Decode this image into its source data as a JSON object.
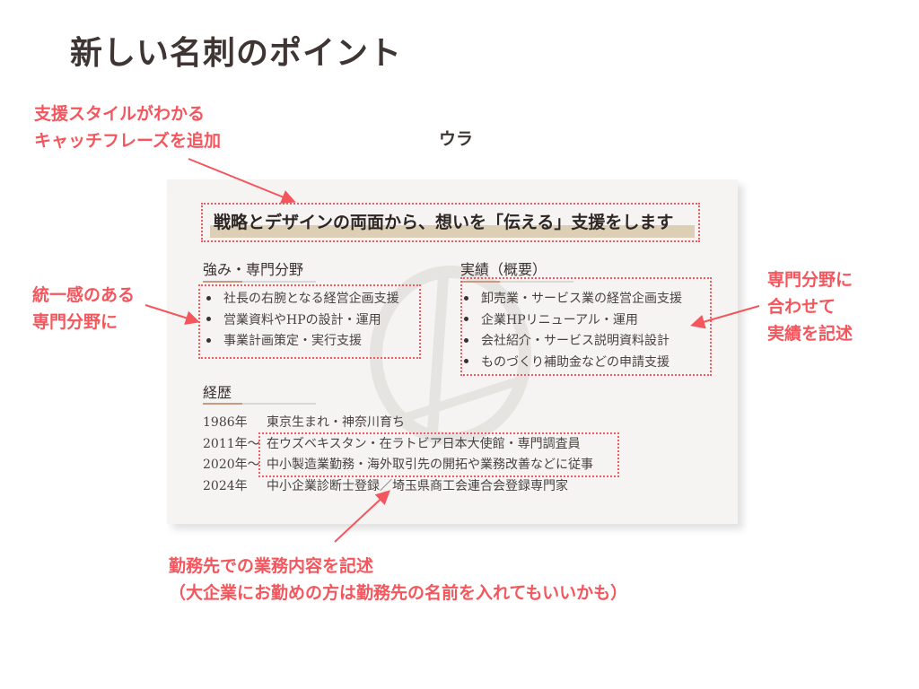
{
  "page": {
    "title": "新しい名刺のポイント",
    "side_label": "ウラ"
  },
  "annotations": {
    "catchphrase": [
      "支援スタイルがわかる",
      "キャッチフレーズを追加"
    ],
    "expertise": [
      "統一感のある",
      "専門分野に"
    ],
    "achievements": [
      "専門分野に",
      "合わせて",
      "実績を記述"
    ],
    "work": [
      "勤務先での業務内容を記述",
      "（大企業にお勤めの方は勤務先の名前を入れてもいいかも）"
    ],
    "accent_color": "#f4565d"
  },
  "card": {
    "catchphrase": "戦略とデザインの両面から、想いを「伝える」支援をします",
    "strengths": {
      "title": "強み・専門分野",
      "items": [
        "社長の右腕となる経営企画支援",
        "営業資料やHPの設計・運用",
        "事業計画策定・実行支援"
      ]
    },
    "achievements": {
      "title": "実績（概要）",
      "items": [
        "卸売業・サービス業の経営企画支援",
        "企業HPリニューアル・運用",
        "会社紹介・サービス説明資料設計",
        "ものづくり補助金などの申請支援"
      ]
    },
    "history": {
      "title": "経歴",
      "rows": [
        {
          "year": "1986年",
          "text": "東京生まれ・神奈川育ち"
        },
        {
          "year": "2011年～",
          "text": "在ウズベキスタン・在ラトビア日本大使館・専門調査員"
        },
        {
          "year": "2020年～",
          "text": "中小製造業勤務・海外取引先の開拓や業務改善などに従事"
        },
        {
          "year": "2024年",
          "text": "中小企業診断士登録／埼玉県商工会連合会登録専門家"
        }
      ]
    }
  }
}
